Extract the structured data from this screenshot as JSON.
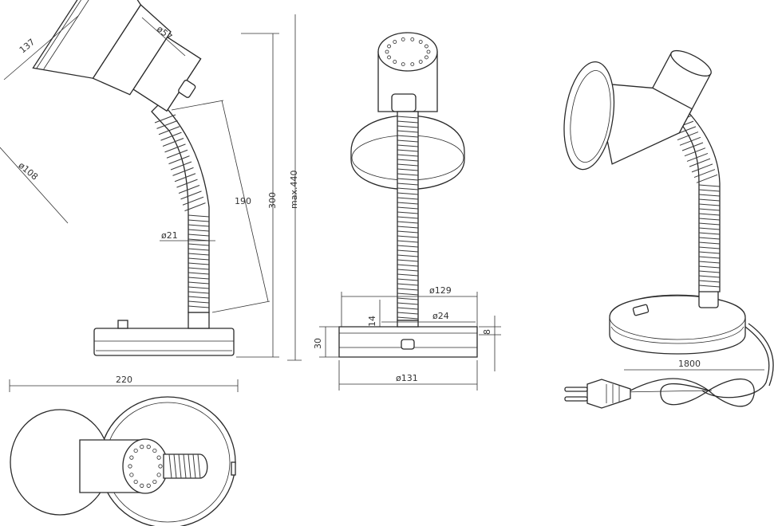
{
  "dimensions": {
    "shade_length": "137",
    "shade_top_diameter": "ø57",
    "shade_mouth_diameter": "ø108",
    "neck_length": "190",
    "neck_diameter": "ø21",
    "lamp_height": "300",
    "max_height": "max.440",
    "base_footprint": "220",
    "shade_dish_diameter": "ø129",
    "neck_base_height": "14",
    "neck_base_diameter": "ø24",
    "base_height": "30",
    "base_rim_height": "8",
    "base_diameter": "ø131",
    "cable_length": "1800"
  },
  "colors": {
    "line": "#2a2a2a",
    "background": "#ffffff"
  }
}
